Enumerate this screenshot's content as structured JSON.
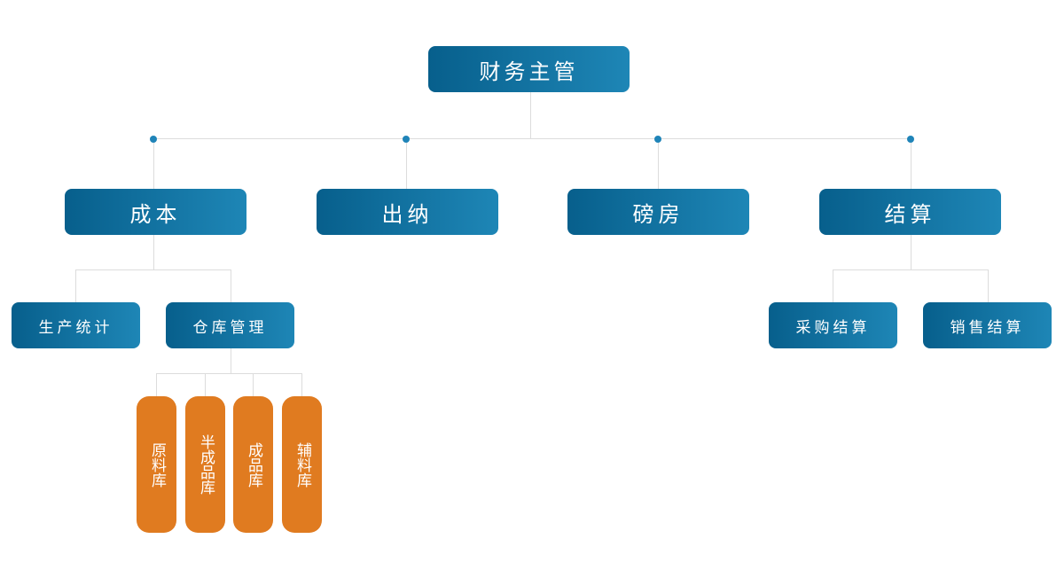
{
  "colors": {
    "box_dark": "#075f8c",
    "box_light": "#1e86b6",
    "pill": "#e07b20",
    "line": "#dcdcdc",
    "dot": "#1f84b8"
  },
  "root": {
    "label": "财务主管"
  },
  "level1": [
    {
      "label": "成本"
    },
    {
      "label": "出纳"
    },
    {
      "label": "磅房"
    },
    {
      "label": "结算"
    }
  ],
  "cost_children": [
    {
      "label": "生产统计"
    },
    {
      "label": "仓库管理"
    }
  ],
  "warehouse_children": [
    {
      "label": "原料库"
    },
    {
      "label": "半成品库"
    },
    {
      "label": "成品库"
    },
    {
      "label": "辅料库"
    }
  ],
  "settlement_children": [
    {
      "label": "采购结算"
    },
    {
      "label": "销售结算"
    }
  ]
}
